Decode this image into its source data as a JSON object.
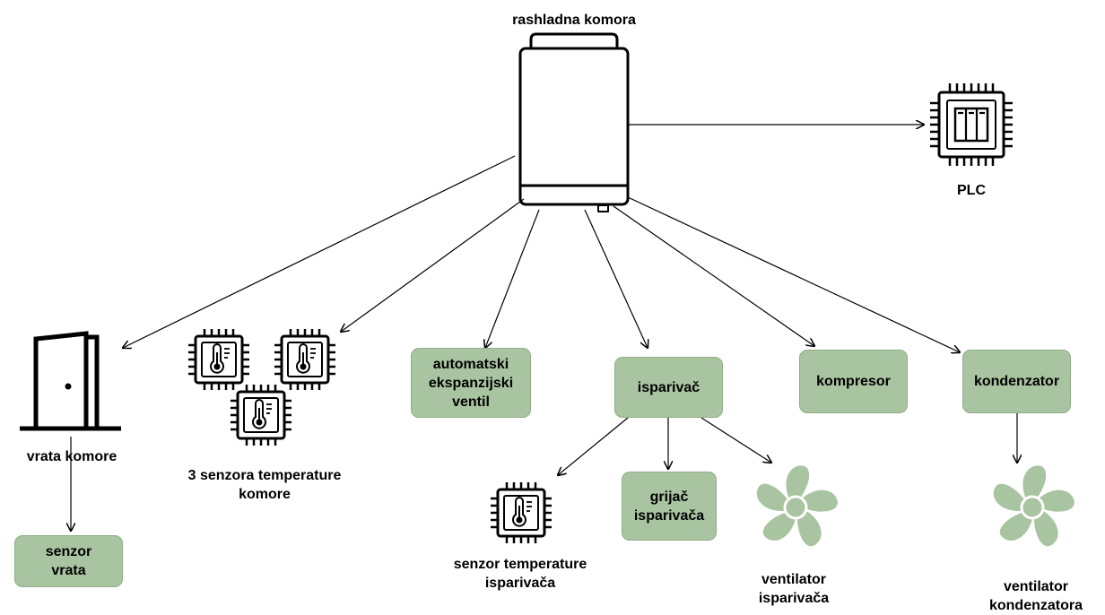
{
  "nodes": {
    "chamber": {
      "label": "rashladna komora",
      "icon": "refrigerator-icon"
    },
    "plc": {
      "label": "PLC",
      "icon": "cpu-chip-icon"
    },
    "door": {
      "label": "vrata komore",
      "icon": "door-icon"
    },
    "door_sensor": {
      "label": "senzor\nvrata"
    },
    "chamber_sensors": {
      "label": "3 senzora temperature\nkomore",
      "icon": "temperature-sensor-icon"
    },
    "expansion_valve": {
      "label": "automatski\nekspanzijski\nventil"
    },
    "evaporator": {
      "label": "isparivač"
    },
    "compressor": {
      "label": "kompresor"
    },
    "condenser": {
      "label": "kondenzator"
    },
    "evap_sensor": {
      "label": "senzor temperature\nisparivača",
      "icon": "temperature-sensor-icon"
    },
    "evap_heater": {
      "label": "grijač\nisparivača"
    },
    "evap_fan": {
      "label": "ventilator\nisparivača",
      "icon": "fan-icon"
    },
    "cond_fan": {
      "label": "ventilator\nkondenzatora",
      "icon": "fan-icon"
    }
  },
  "colors": {
    "box_fill": "#a9c4a0",
    "box_border": "#8fae87",
    "fan_fill": "#a9c4a0",
    "stroke": "#000000"
  }
}
